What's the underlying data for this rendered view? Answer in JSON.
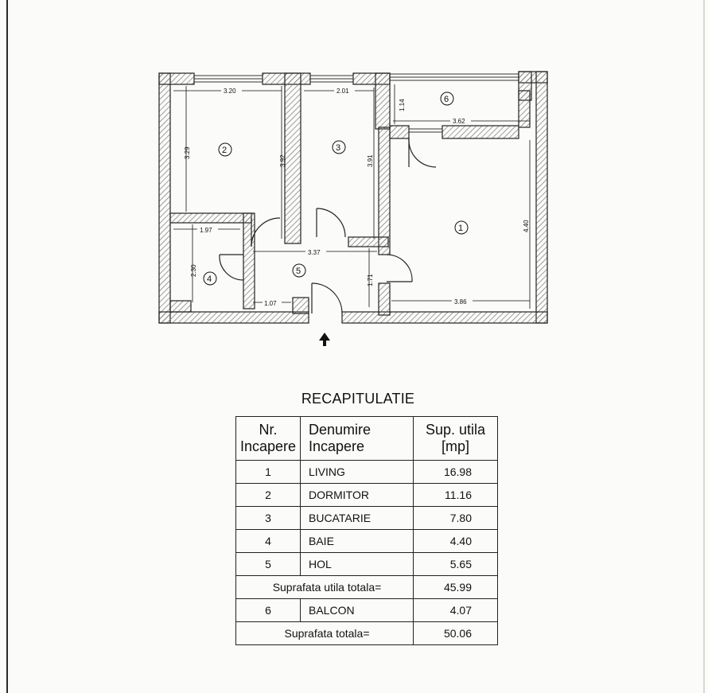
{
  "plan": {
    "room_numbers": [
      "1",
      "2",
      "3",
      "4",
      "5",
      "6"
    ],
    "dimensions": {
      "d_320": "3.20",
      "d_201": "2.01",
      "d_114": "1.14",
      "d_362": "3.62",
      "d_329": "3.29",
      "d_392": "3.92",
      "d_391": "3.91",
      "d_440": "4.40",
      "d_197": "1.97",
      "d_230": "2.30",
      "d_337": "3.37",
      "d_171": "1.71",
      "d_107": "1.07",
      "d_386": "3.86"
    },
    "entrance_arrow": "entrance-arrow-icon"
  },
  "recap": {
    "title": "RECAPITULATIE",
    "headers": {
      "nr_line1": "Nr.",
      "nr_line2": "Incapere",
      "name_line1": "Denumire",
      "name_line2": "Incapere",
      "area_line1": "Sup. utila",
      "area_line2": "[mp]"
    },
    "rows": [
      {
        "nr": "1",
        "name": "LIVING",
        "area": "16.98"
      },
      {
        "nr": "2",
        "name": "DORMITOR",
        "area": "11.16"
      },
      {
        "nr": "3",
        "name": "BUCATARIE",
        "area": "7.80"
      },
      {
        "nr": "4",
        "name": "BAIE",
        "area": "4.40"
      },
      {
        "nr": "5",
        "name": "HOL",
        "area": "5.65"
      }
    ],
    "subtotal": {
      "label": "Suprafata utila totala=",
      "value": "45.99"
    },
    "balcony": {
      "nr": "6",
      "name": "BALCON",
      "area": "4.07"
    },
    "total": {
      "label": "Suprafata totala=",
      "value": "50.06"
    }
  }
}
